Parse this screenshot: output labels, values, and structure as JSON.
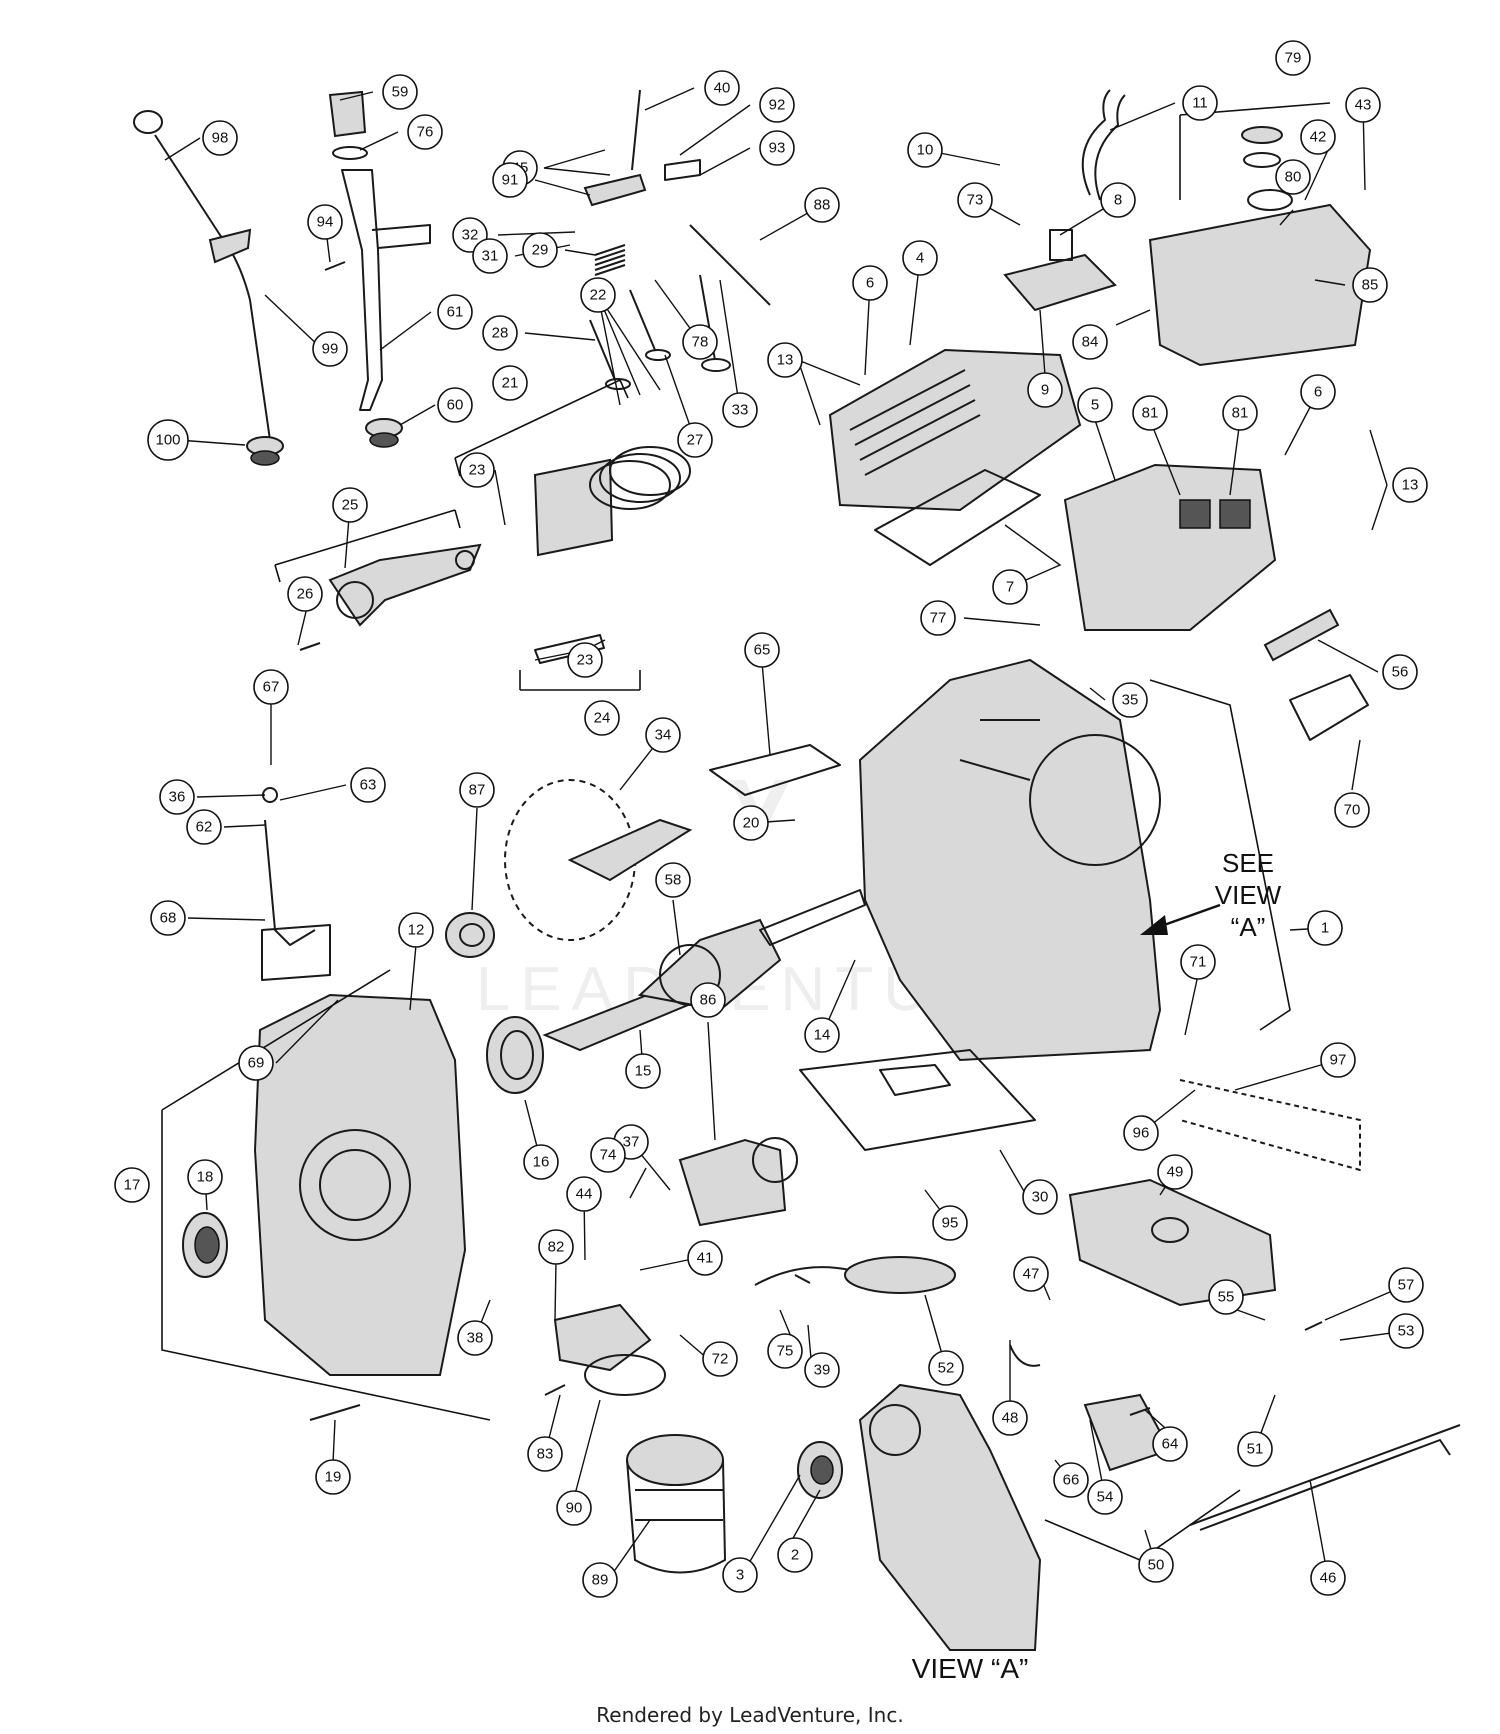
{
  "diagram": {
    "callouts": [
      {
        "id": "c98",
        "label": "98"
      },
      {
        "id": "c59",
        "label": "59"
      },
      {
        "id": "c76",
        "label": "76"
      },
      {
        "id": "c40",
        "label": "40"
      },
      {
        "id": "c92",
        "label": "92"
      },
      {
        "id": "c45",
        "label": "45"
      },
      {
        "id": "c93",
        "label": "93"
      },
      {
        "id": "c91",
        "label": "91"
      },
      {
        "id": "c94",
        "label": "94"
      },
      {
        "id": "c32",
        "label": "32"
      },
      {
        "id": "c88",
        "label": "88"
      },
      {
        "id": "c31",
        "label": "31"
      },
      {
        "id": "c29",
        "label": "29"
      },
      {
        "id": "c61",
        "label": "61"
      },
      {
        "id": "c99",
        "label": "99"
      },
      {
        "id": "c28",
        "label": "28"
      },
      {
        "id": "c78",
        "label": "78"
      },
      {
        "id": "c21",
        "label": "21"
      },
      {
        "id": "c22",
        "label": "22"
      },
      {
        "id": "c33",
        "label": "33"
      },
      {
        "id": "c27",
        "label": "27"
      },
      {
        "id": "c60",
        "label": "60"
      },
      {
        "id": "c100",
        "label": "100"
      },
      {
        "id": "c23a",
        "label": "23"
      },
      {
        "id": "c25",
        "label": "25"
      },
      {
        "id": "c26",
        "label": "26"
      },
      {
        "id": "c23b",
        "label": "23"
      },
      {
        "id": "c24",
        "label": "24"
      },
      {
        "id": "c10",
        "label": "10"
      },
      {
        "id": "c11",
        "label": "11"
      },
      {
        "id": "c79",
        "label": "79"
      },
      {
        "id": "c43",
        "label": "43"
      },
      {
        "id": "c42",
        "label": "42"
      },
      {
        "id": "c80",
        "label": "80"
      },
      {
        "id": "c73",
        "label": "73"
      },
      {
        "id": "c8",
        "label": "8"
      },
      {
        "id": "c85",
        "label": "85"
      },
      {
        "id": "c6a",
        "label": "6"
      },
      {
        "id": "c4",
        "label": "4"
      },
      {
        "id": "c84",
        "label": "84"
      },
      {
        "id": "c13a",
        "label": "13"
      },
      {
        "id": "c9",
        "label": "9"
      },
      {
        "id": "c5",
        "label": "5"
      },
      {
        "id": "c81a",
        "label": "81"
      },
      {
        "id": "c81b",
        "label": "81"
      },
      {
        "id": "c6b",
        "label": "6"
      },
      {
        "id": "c13b",
        "label": "13"
      },
      {
        "id": "c7",
        "label": "7"
      },
      {
        "id": "c77",
        "label": "77"
      },
      {
        "id": "c56",
        "label": "56"
      },
      {
        "id": "c35",
        "label": "35"
      },
      {
        "id": "c65",
        "label": "65"
      },
      {
        "id": "c67",
        "label": "67"
      },
      {
        "id": "c36",
        "label": "36"
      },
      {
        "id": "c63",
        "label": "63"
      },
      {
        "id": "c62",
        "label": "62"
      },
      {
        "id": "c34",
        "label": "34"
      },
      {
        "id": "c70",
        "label": "70"
      },
      {
        "id": "c87",
        "label": "87"
      },
      {
        "id": "c20",
        "label": "20"
      },
      {
        "id": "c68",
        "label": "68"
      },
      {
        "id": "c58",
        "label": "58"
      },
      {
        "id": "c1",
        "label": "1"
      },
      {
        "id": "c14",
        "label": "14"
      },
      {
        "id": "c12",
        "label": "12"
      },
      {
        "id": "c69",
        "label": "69"
      },
      {
        "id": "c71",
        "label": "71"
      },
      {
        "id": "c15",
        "label": "15"
      },
      {
        "id": "c16",
        "label": "16"
      },
      {
        "id": "c86",
        "label": "86"
      },
      {
        "id": "c97",
        "label": "97"
      },
      {
        "id": "c96",
        "label": "96"
      },
      {
        "id": "c17",
        "label": "17"
      },
      {
        "id": "c18",
        "label": "18"
      },
      {
        "id": "c37",
        "label": "37"
      },
      {
        "id": "c74",
        "label": "74"
      },
      {
        "id": "c30",
        "label": "30"
      },
      {
        "id": "c49",
        "label": "49"
      },
      {
        "id": "c44",
        "label": "44"
      },
      {
        "id": "c95",
        "label": "95"
      },
      {
        "id": "c82",
        "label": "82"
      },
      {
        "id": "c41",
        "label": "41"
      },
      {
        "id": "c38",
        "label": "38"
      },
      {
        "id": "c55",
        "label": "55"
      },
      {
        "id": "c57",
        "label": "57"
      },
      {
        "id": "c47",
        "label": "47"
      },
      {
        "id": "c53",
        "label": "53"
      },
      {
        "id": "c72",
        "label": "72"
      },
      {
        "id": "c75",
        "label": "75"
      },
      {
        "id": "c39",
        "label": "39"
      },
      {
        "id": "c52",
        "label": "52"
      },
      {
        "id": "c48",
        "label": "48"
      },
      {
        "id": "c51",
        "label": "51"
      },
      {
        "id": "c64",
        "label": "64"
      },
      {
        "id": "c19",
        "label": "19"
      },
      {
        "id": "c83",
        "label": "83"
      },
      {
        "id": "c90",
        "label": "90"
      },
      {
        "id": "c66",
        "label": "66"
      },
      {
        "id": "c54",
        "label": "54"
      },
      {
        "id": "c2",
        "label": "2"
      },
      {
        "id": "c3",
        "label": "3"
      },
      {
        "id": "c89",
        "label": "89"
      },
      {
        "id": "c50",
        "label": "50"
      },
      {
        "id": "c46",
        "label": "46"
      }
    ],
    "see_view_line1": "SEE",
    "see_view_line2": "VIEW",
    "see_view_line3": "“A”",
    "view_label": "VIEW “A”",
    "watermark_text": "LEADVENTURE",
    "credit": "Rendered by LeadVenture, Inc."
  }
}
